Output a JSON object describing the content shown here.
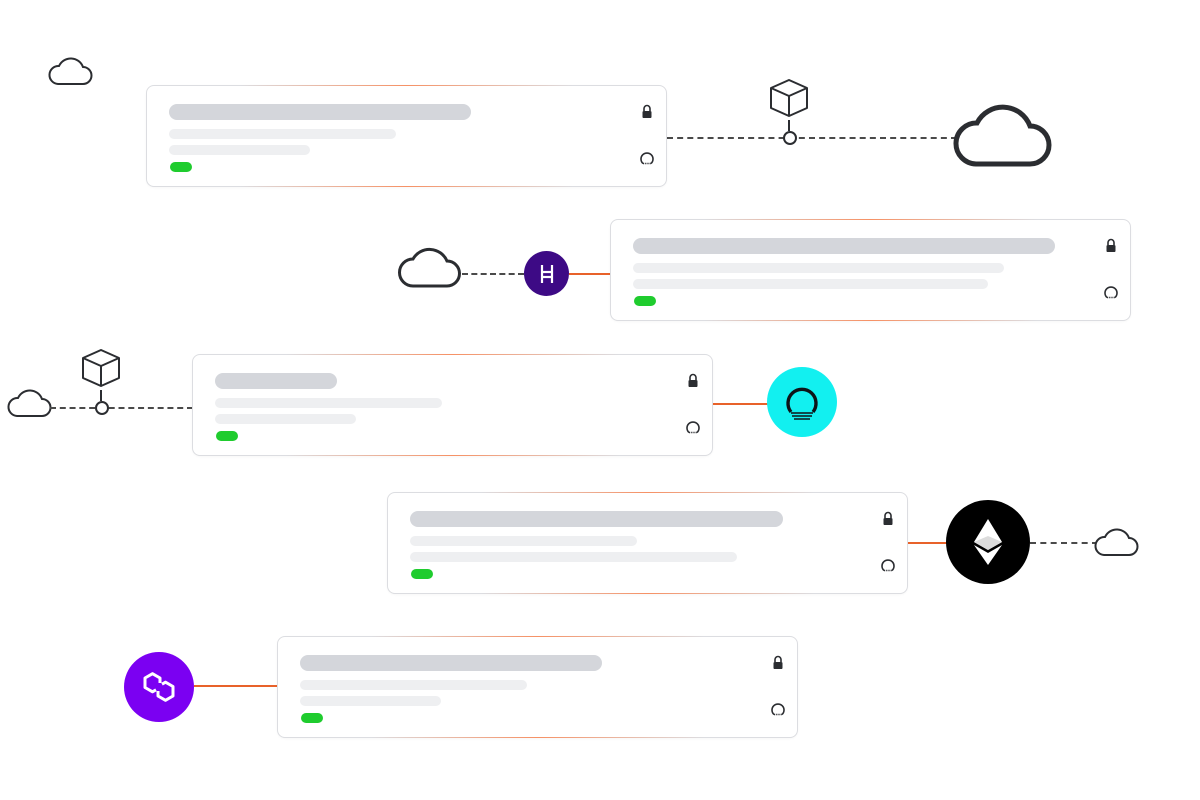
{
  "diagram": {
    "cards": [
      {
        "id": "card-1",
        "status": "active"
      },
      {
        "id": "card-2",
        "status": "active"
      },
      {
        "id": "card-3",
        "status": "active"
      },
      {
        "id": "card-4",
        "status": "active"
      },
      {
        "id": "card-5",
        "status": "active"
      }
    ],
    "icons": {
      "cloud": "cloud-icon",
      "cube": "cube-icon",
      "lock": "lock-icon",
      "ring": "ring-icon",
      "hedera": "hedera-logo",
      "ocean": "ocean-logo",
      "ethereum": "ethereum-logo",
      "polygon": "polygon-logo"
    },
    "colors": {
      "connector_solid": "#e8622a",
      "connector_dashed": "#4a4a4a",
      "status_green": "#1fcc2e",
      "hedera_bg": "#3d0a85",
      "ocean_bg": "#12f0f0",
      "ethereum_bg": "#000000",
      "polygon_bg": "#7b00f2",
      "card_border": "#dcdde1"
    }
  }
}
